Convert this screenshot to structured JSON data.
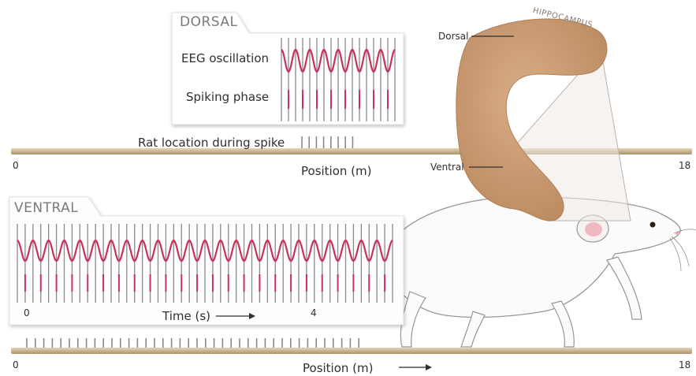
{
  "dorsal": {
    "title": "DORSAL",
    "eeg_label": "EEG oscillation",
    "spike_label": "Spiking phase",
    "rat_location_label": "Rat location during spike",
    "track_start": "0",
    "track_end": "18",
    "track_axis_label": "Position (m)",
    "oscillation_cycles": 8
  },
  "hippocampus": {
    "title": "HIPPOCAMPUS",
    "dorsal_label": "Dorsal",
    "ventral_label": "Ventral",
    "color": "#c99a72"
  },
  "ventral": {
    "title": "VENTRAL",
    "time_start": "0",
    "time_end": "4",
    "time_axis_label": "Time (s)",
    "track_start": "0",
    "track_end": "18",
    "track_axis_label": "Position (m)",
    "oscillation_cycles": 24
  },
  "colors": {
    "oscillation": "#c8325a",
    "spike": "#c8325a",
    "grid_lines": "#8a8a8a",
    "track": "#c9b48e"
  }
}
